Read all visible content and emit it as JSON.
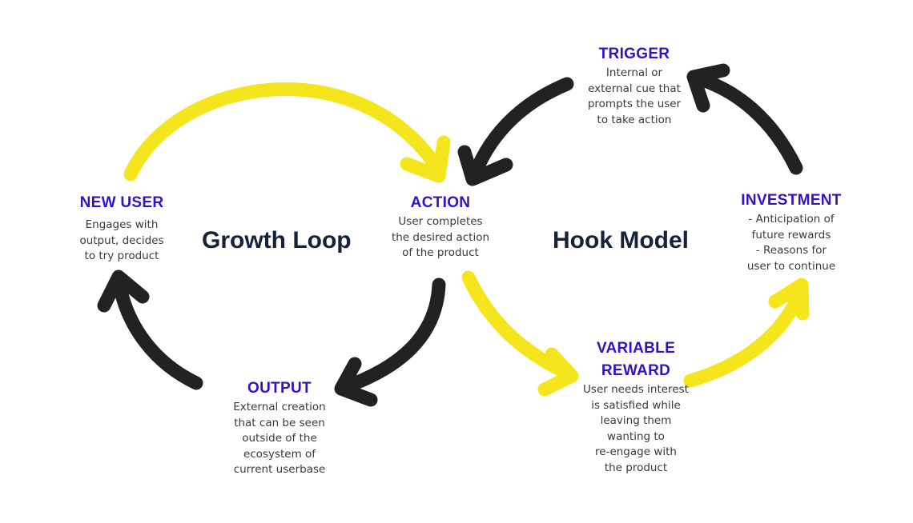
{
  "colors": {
    "accent_title": "#3311c4",
    "loop_label": "#16213a",
    "arrow_yellow": "#f5e51c",
    "arrow_dark": "#222222",
    "description_text": "#3a3a3a"
  },
  "loops": {
    "growth": "Growth Loop",
    "hook": "Hook Model"
  },
  "nodes": {
    "new_user": {
      "title": "NEW USER",
      "description": "Engages with\noutput, decides\nto try product"
    },
    "action": {
      "title": "ACTION",
      "description": "User completes\nthe desired action\nof the product"
    },
    "output": {
      "title": "OUTPUT",
      "description": "External creation\nthat can be seen\noutside of the\necosystem of\ncurrent userbase"
    },
    "trigger": {
      "title": "TRIGGER",
      "description": "Internal or\nexternal cue that\nprompts the user\nto take action"
    },
    "investment": {
      "title": "INVESTMENT",
      "description": "- Anticipation of\nfuture rewards\n- Reasons for\nuser to continue"
    },
    "variable_reward": {
      "title": "VARIABLE\nREWARD",
      "description": "User needs interest\nis satisfied while\nleaving them\nwanting to\nre-engage with\nthe product"
    }
  },
  "arrows": [
    {
      "from": "new_user",
      "to": "action",
      "color": "yellow"
    },
    {
      "from": "action",
      "to": "output",
      "color": "dark"
    },
    {
      "from": "output",
      "to": "new_user",
      "color": "dark"
    },
    {
      "from": "action",
      "to": "variable_reward",
      "color": "yellow"
    },
    {
      "from": "variable_reward",
      "to": "investment",
      "color": "yellow"
    },
    {
      "from": "investment",
      "to": "trigger",
      "color": "dark"
    },
    {
      "from": "trigger",
      "to": "action",
      "color": "dark"
    }
  ]
}
